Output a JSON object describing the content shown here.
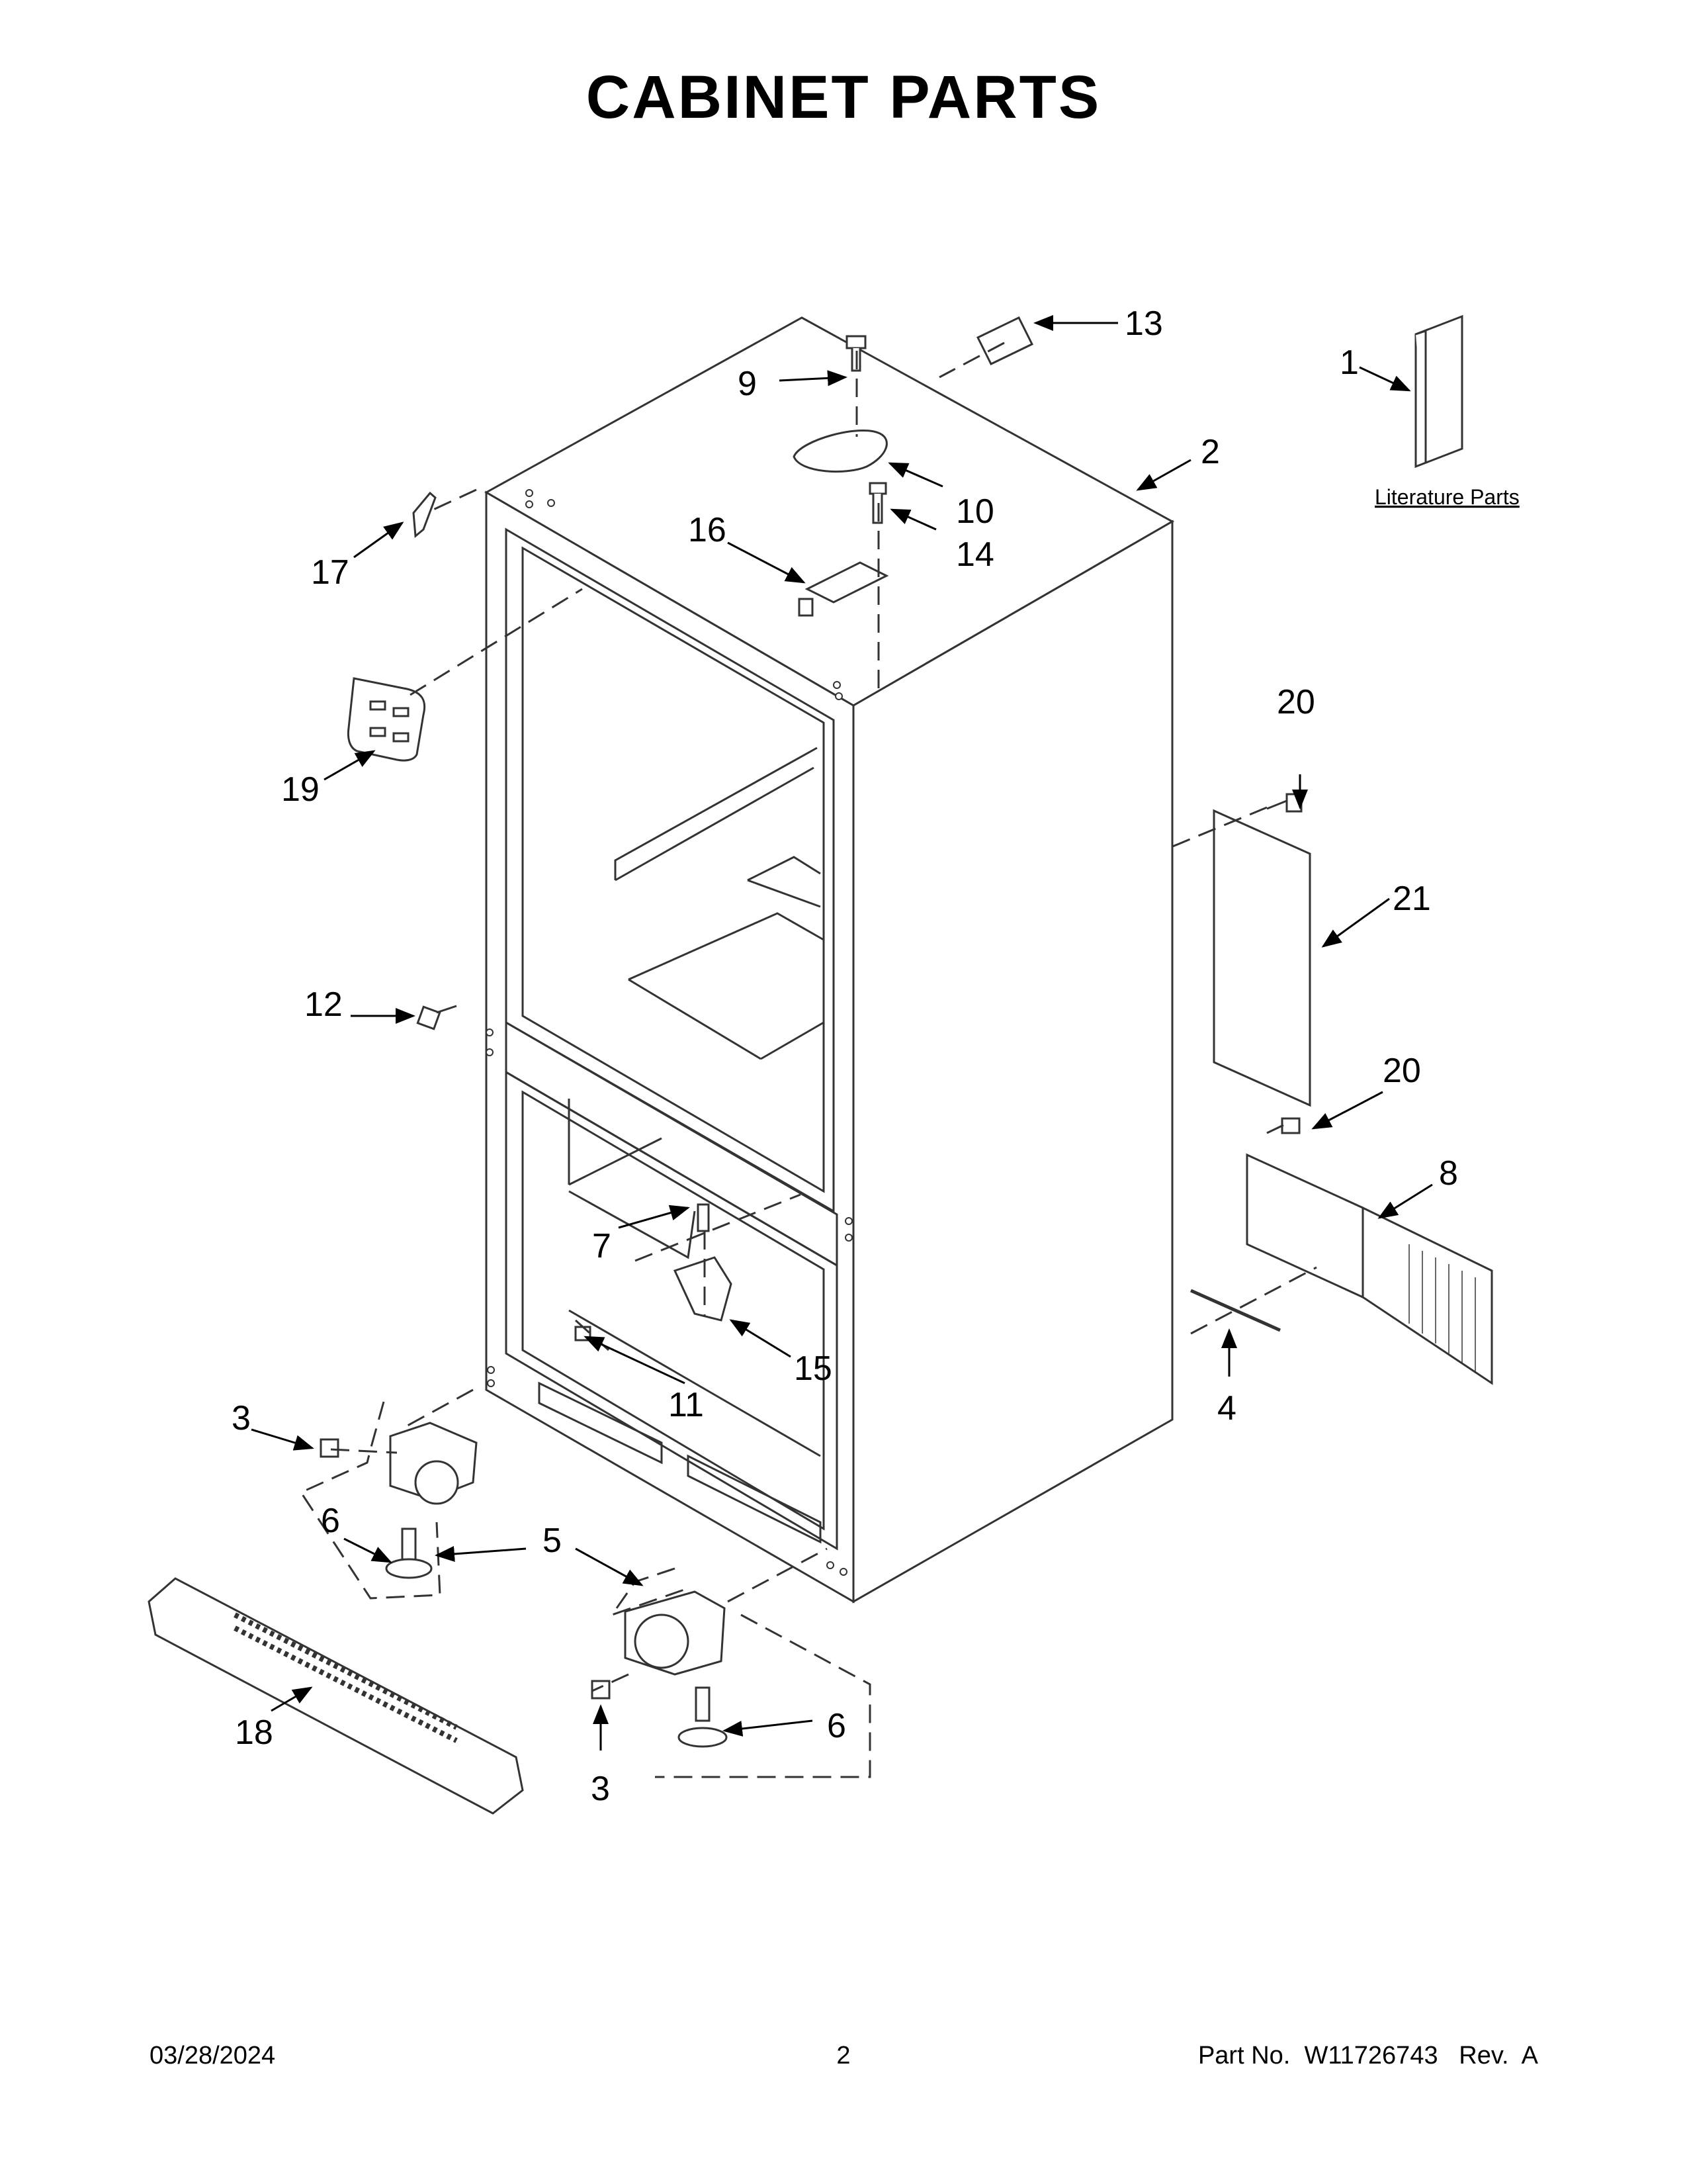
{
  "title": "CABINET PARTS",
  "literature_label": "Literature Parts",
  "callouts": [
    "1",
    "2",
    "3",
    "3",
    "4",
    "5",
    "6",
    "6",
    "7",
    "8",
    "9",
    "10",
    "11",
    "12",
    "13",
    "14",
    "15",
    "16",
    "17",
    "18",
    "19",
    "20",
    "20",
    "21"
  ],
  "footer": {
    "date": "03/28/2024",
    "page": "2",
    "part_no_label": "Part No.",
    "part_no": "W11726743",
    "rev_label": "Rev.",
    "rev": "A"
  }
}
